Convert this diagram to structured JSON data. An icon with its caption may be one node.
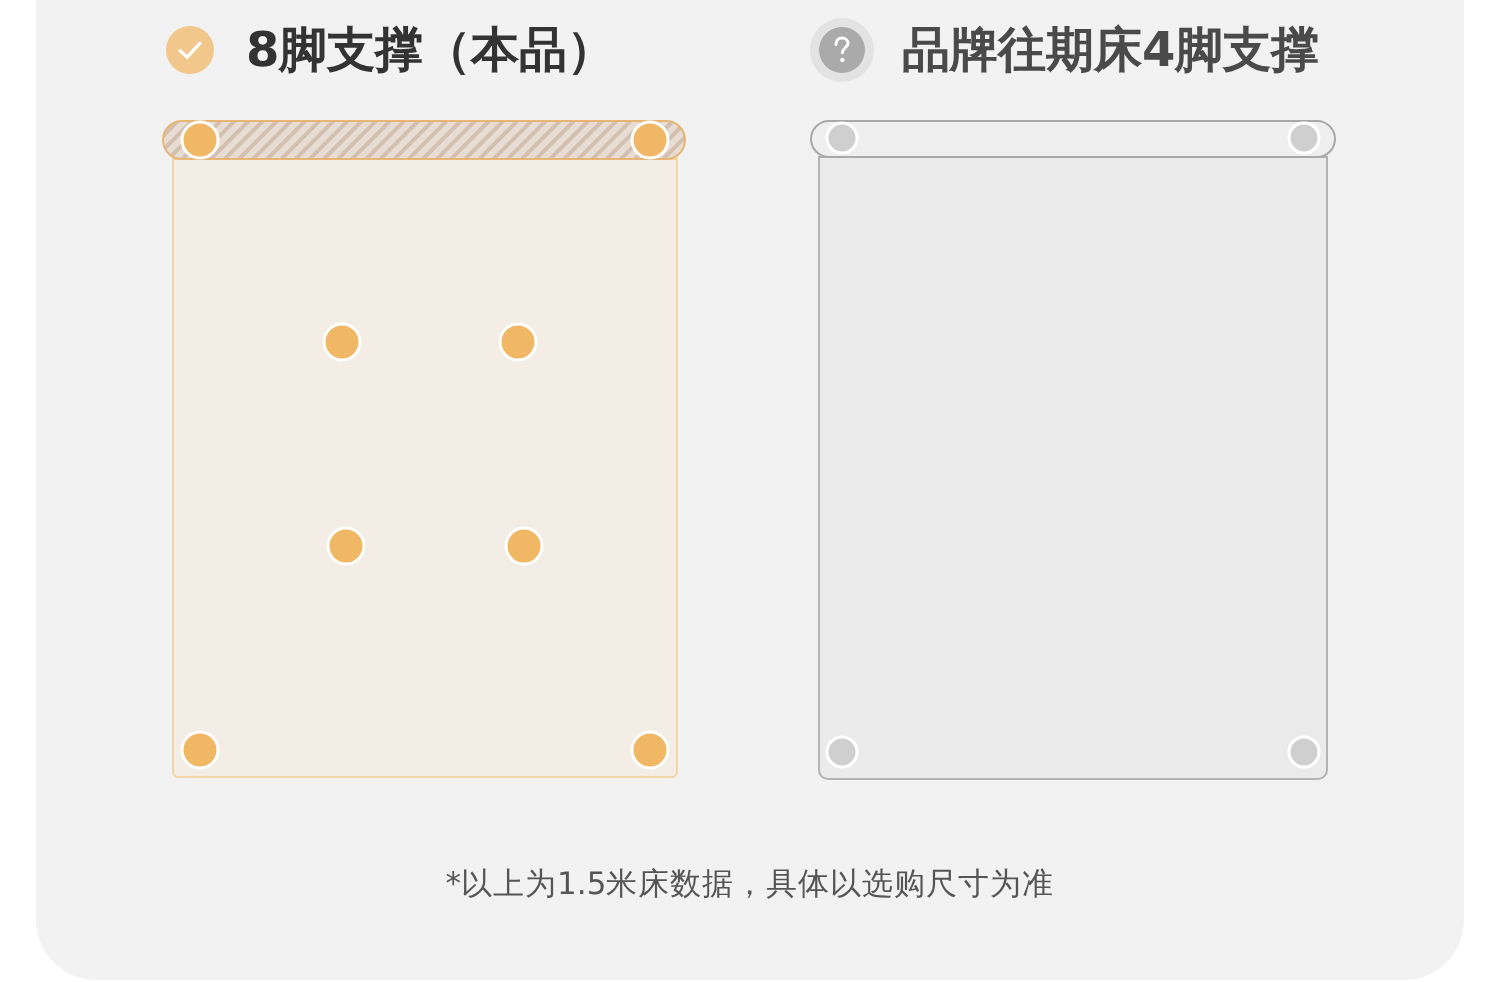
{
  "diagram": {
    "nodes": [
      {
        "text": [
          "8脚支撑（本品）"
        ]
      },
      {
        "text": [
          "品牌往期床4脚支撑"
        ]
      }
    ],
    "labels": [
      "*以上为1.5米床数据，具体以选购尺寸为准"
    ]
  }
}
